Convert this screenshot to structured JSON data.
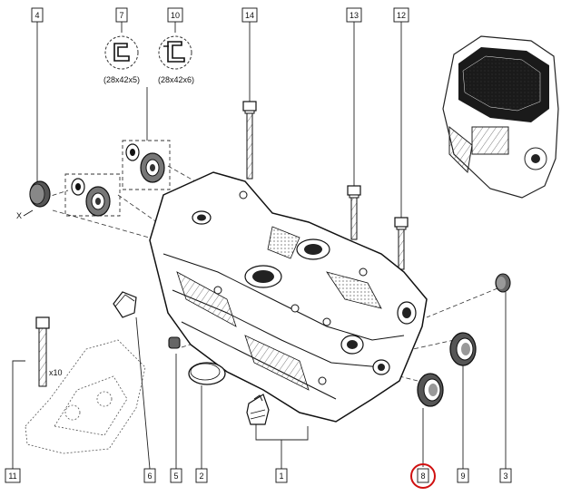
{
  "callouts": {
    "c1": "1",
    "c2": "2",
    "c3": "3",
    "c4": "4",
    "c5": "5",
    "c6": "6",
    "c7": "7",
    "c8": "8",
    "c9": "9",
    "c10": "10",
    "c11": "11",
    "c12": "12",
    "c13": "13",
    "c14": "14"
  },
  "seal_dims": {
    "seal_7": "(28x42x5)",
    "seal_10": "(28x42x6)"
  },
  "annotations": {
    "x_mark": "X",
    "bolt_qty": "x10"
  },
  "highlight_color": "#d01010"
}
